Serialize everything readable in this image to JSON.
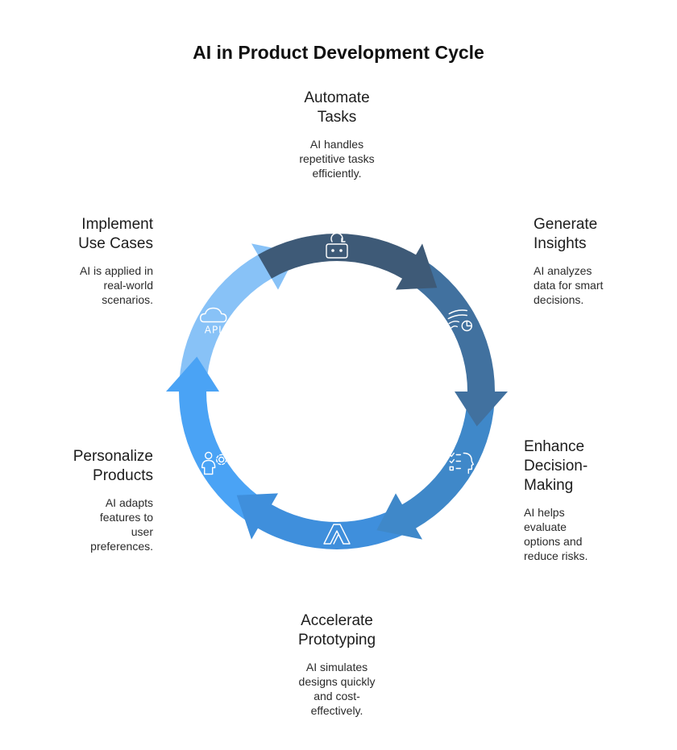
{
  "title": "AI in Product Development Cycle",
  "colors": {
    "seg1": "#3e5a77",
    "seg2": "#41719f",
    "seg3": "#3f88c9",
    "seg4": "#3f8fdc",
    "seg5": "#4aa3f5",
    "seg6": "#88c2f7"
  },
  "steps": [
    {
      "heading": "Automate Tasks",
      "heading_lines": [
        "Automate",
        "Tasks"
      ],
      "desc_lines": [
        "AI handles",
        "repetitive tasks",
        "efficiently."
      ],
      "icon": "robot-icon"
    },
    {
      "heading": "Generate Insights",
      "heading_lines": [
        "Generate",
        "Insights"
      ],
      "desc_lines": [
        "AI analyzes",
        "data for smart",
        "decisions."
      ],
      "icon": "insight-chart-icon"
    },
    {
      "heading": "Enhance Decision-Making",
      "heading_lines": [
        "Enhance",
        "Decision-",
        "Making"
      ],
      "desc_lines": [
        "AI helps",
        "evaluate",
        "options and",
        "reduce risks."
      ],
      "icon": "decision-head-icon"
    },
    {
      "heading": "Accelerate Prototyping",
      "heading_lines": [
        "Accelerate",
        "Prototyping"
      ],
      "desc_lines": [
        "AI simulates",
        "designs quickly",
        "and cost-",
        "effectively."
      ],
      "icon": "prototype-logo-icon"
    },
    {
      "heading": "Personalize Products",
      "heading_lines": [
        "Personalize",
        "Products"
      ],
      "desc_lines": [
        "AI adapts",
        "features to",
        "user",
        "preferences."
      ],
      "icon": "user-gear-icon"
    },
    {
      "heading": "Implement Use Cases",
      "heading_lines": [
        "Implement",
        "Use Cases"
      ],
      "desc_lines": [
        "AI is applied in",
        "real-world",
        "scenarios."
      ],
      "icon": "cloud-api-icon"
    }
  ],
  "icon_text": {
    "api": "API"
  }
}
